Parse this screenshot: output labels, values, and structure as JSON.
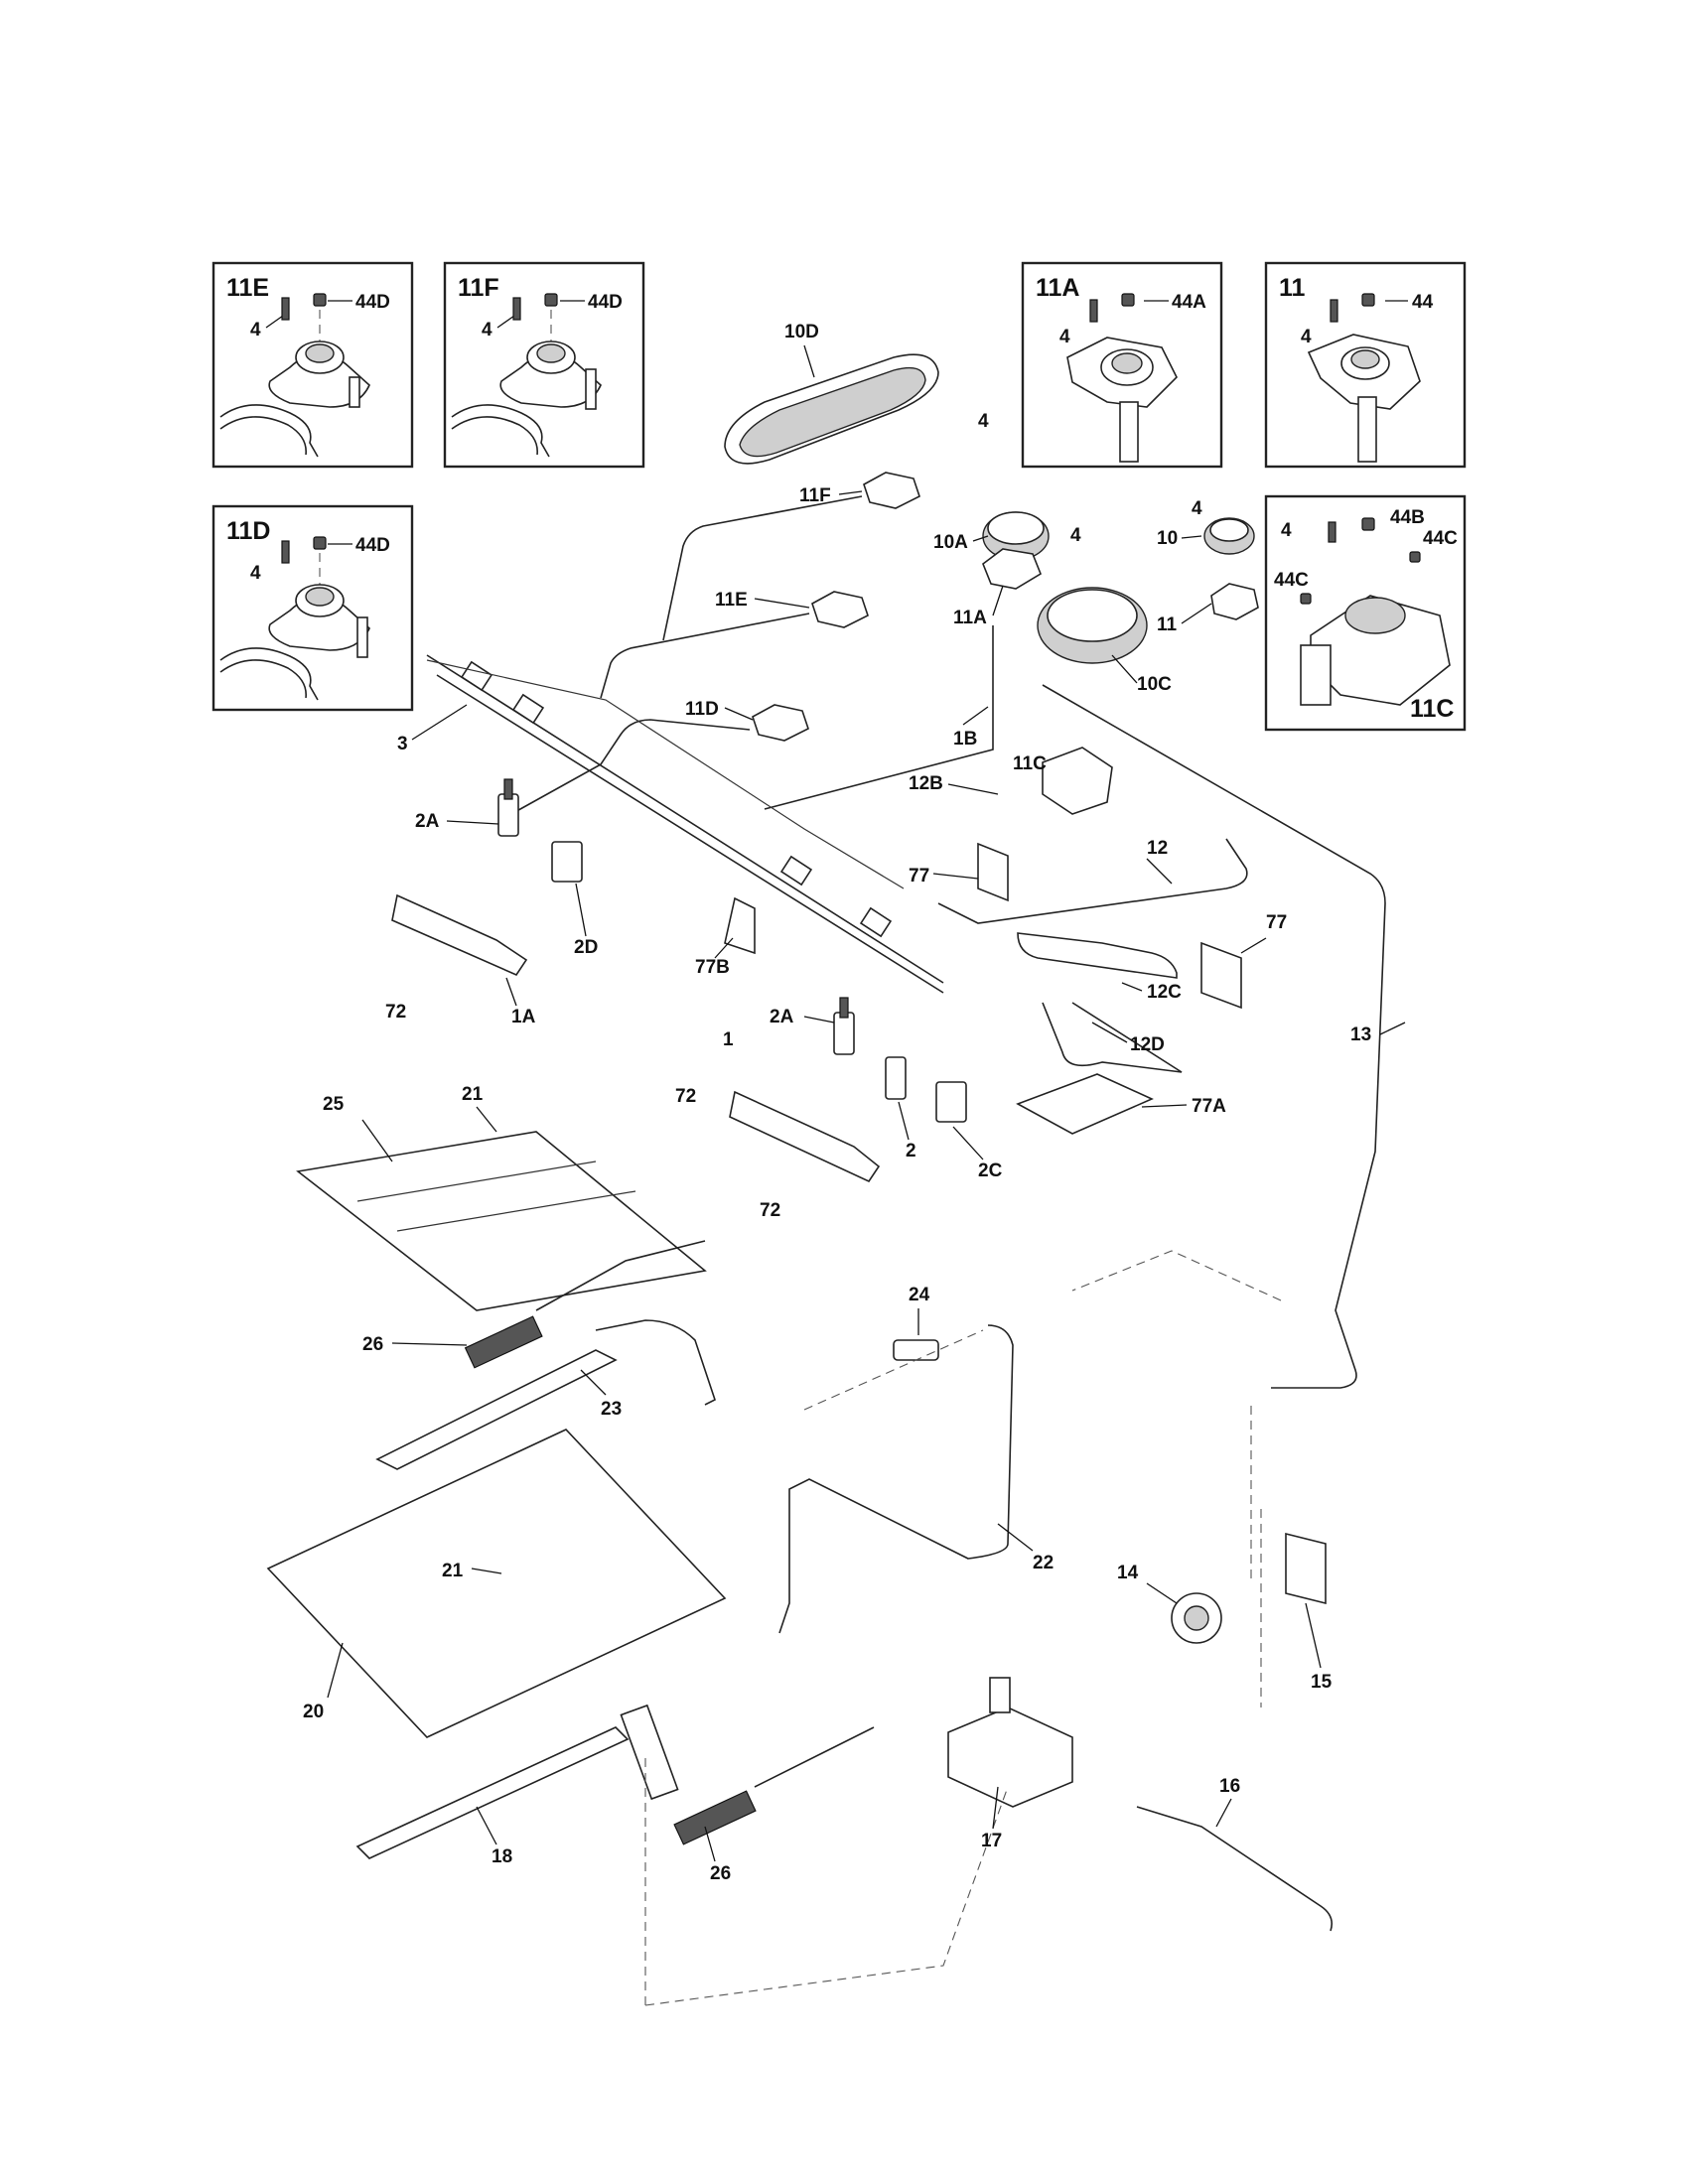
{
  "insets": [
    {
      "id": "11E",
      "labels": [
        "4",
        "44D"
      ]
    },
    {
      "id": "11F",
      "labels": [
        "4",
        "44D"
      ]
    },
    {
      "id": "11A",
      "labels": [
        "4",
        "44A"
      ]
    },
    {
      "id": "11",
      "labels": [
        "4",
        "44"
      ]
    },
    {
      "id": "11D",
      "labels": [
        "4",
        "44D"
      ]
    },
    {
      "id": "11C",
      "labels": [
        "4",
        "44B",
        "44C",
        "44C"
      ]
    }
  ],
  "callouts": {
    "c10D": "10D",
    "c11F": "11F",
    "c10A": "10A",
    "c11A": "11A",
    "c4a": "4",
    "c4b": "4",
    "c4c": "4",
    "c10": "10",
    "c11": "11",
    "c10C": "10C",
    "c11E": "11E",
    "c11D": "11D",
    "c1B": "1B",
    "c11C": "11C",
    "c3": "3",
    "c2A_top": "2A",
    "c12B": "12B",
    "c77a": "77",
    "c12": "12",
    "c77b": "77",
    "c2D": "2D",
    "c77B": "77B",
    "c72a": "72",
    "c1A": "1A",
    "c12C": "12C",
    "c2A_mid": "2A",
    "c1": "1",
    "c12D": "12D",
    "c13": "13",
    "c72b": "72",
    "c2": "2",
    "c77A": "77A",
    "c25": "25",
    "c21a": "21",
    "c2C": "2C",
    "c72c": "72",
    "c24": "24",
    "c26a": "26",
    "c23": "23",
    "c22": "22",
    "c21b": "21",
    "c14": "14",
    "c20": "20",
    "c15": "15",
    "c16": "16",
    "c17": "17",
    "c18": "18",
    "c26b": "26"
  }
}
